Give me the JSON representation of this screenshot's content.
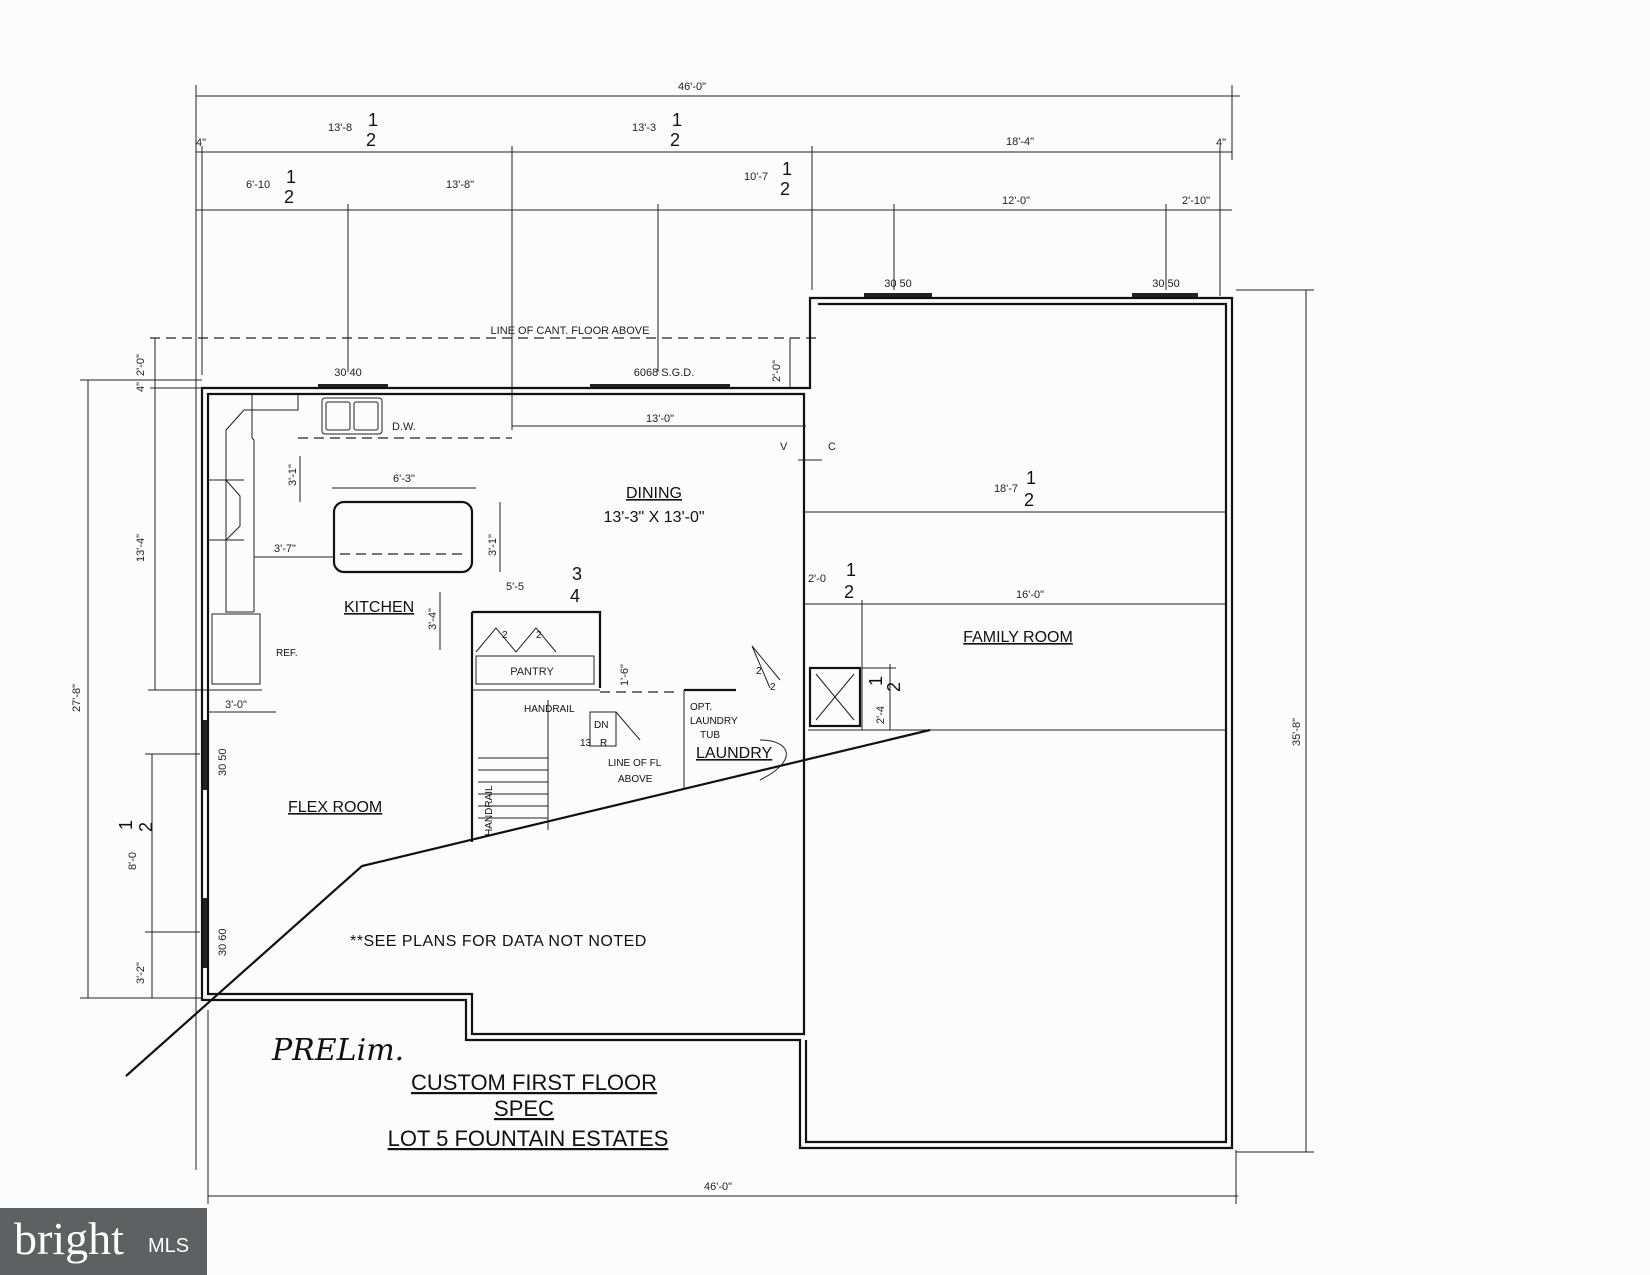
{
  "dims": {
    "overall_top": "46'-0\"",
    "overall_bottom": "46'-0\"",
    "d_4in_left": "4\"",
    "d_4in_right": "4\"",
    "d_13_8_5": "13'-8",
    "d_13_3_5": "13'-3",
    "d_18_4": "18'-4\"",
    "d_6_10_5": "6'-10",
    "d_13_8": "13'-8\"",
    "d_10_7_5": "10'-7",
    "d_12_0": "12'-0\"",
    "d_2_10": "2'-10\"",
    "d_2_0_upper": "2'-0\"",
    "d_2_0_side": "2'-0\"",
    "d_4in_side": "4\"",
    "d_13_0": "13'-0\"",
    "d_27_8": "27'-8\"",
    "d_13_4": "13'-4\"",
    "d_3_1_a": "3'-1\"",
    "d_6_3": "6'-3\"",
    "d_3_1_b": "3'-1\"",
    "d_3_7": "3'-7\"",
    "d_5_5_75": "5'-5",
    "d_3_4": "3'-4\"",
    "d_3_0": "3'-0\"",
    "d_1_6": "1'-6\"",
    "d_18_7_5": "18'-7",
    "d_2_0_5": "2'-0",
    "d_16_0": "16'-0\"",
    "d_2_4_5": "2'-4",
    "d_8_0_5": "8'-0",
    "d_3_2": "3'-2\"",
    "d_35_8": "35'-8\"",
    "half_num": "1",
    "half_den": "2",
    "q_num": "3",
    "q_den": "4"
  },
  "windows": {
    "w_30_50_a": "30 50",
    "w_30_50_b": "30 50",
    "w_30_40": "30 40",
    "sgd": "6068 S.G.D.",
    "w_30_50_c": "30 50",
    "w_30_60": "30 60"
  },
  "labels": {
    "line_cant": "LINE OF CANT. FLOOR ABOVE",
    "dw": "D.W.",
    "v": "V",
    "c": "C",
    "dining": "DINING",
    "dining_size": "13'-3\" X 13'-0\"",
    "kitchen": "KITCHEN",
    "ref": "REF.",
    "pantry": "PANTRY",
    "handrail_a": "HANDRAIL",
    "handrail_b": "HANDRAIL",
    "dn": "DN",
    "r13": "13",
    "r": "R",
    "line_of_fl": "LINE OF FL",
    "above": "ABOVE",
    "opt": "OPT.",
    "laundry_small": "LAUNDRY",
    "tub": "TUB",
    "laundry": "LAUNDRY",
    "family_room": "FAMILY ROOM",
    "flex_room": "FLEX ROOM",
    "door_20a": "2",
    "door_20b": "2",
    "door_26a": "2",
    "door_26b": "2",
    "see_plans": "**SEE PLANS FOR DATA NOT NOTED"
  },
  "title": {
    "prelim": "PRELim.",
    "line1": "CUSTOM FIRST FLOOR",
    "line2": "SPEC",
    "line3": "LOT 5 FOUNTAIN ESTATES"
  },
  "logo": {
    "brand": "bright",
    "suffix": "MLS"
  }
}
